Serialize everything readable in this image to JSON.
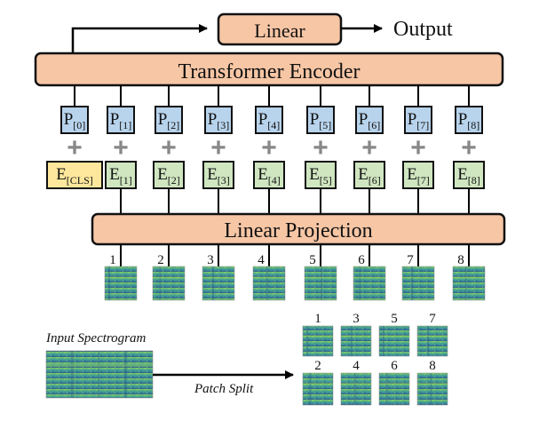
{
  "linear": {
    "label": "Linear"
  },
  "output": {
    "label": "Output"
  },
  "encoder": {
    "label": "Transformer Encoder"
  },
  "projection": {
    "label": "Linear Projection"
  },
  "plus": "+",
  "positions": [
    {
      "base": "P",
      "sub": "[0]"
    },
    {
      "base": "P",
      "sub": "[1]"
    },
    {
      "base": "P",
      "sub": "[2]"
    },
    {
      "base": "P",
      "sub": "[3]"
    },
    {
      "base": "P",
      "sub": "[4]"
    },
    {
      "base": "P",
      "sub": "[5]"
    },
    {
      "base": "P",
      "sub": "[6]"
    },
    {
      "base": "P",
      "sub": "[7]"
    },
    {
      "base": "P",
      "sub": "[8]"
    }
  ],
  "embeddings": [
    {
      "base": "E",
      "sub": "[CLS]"
    },
    {
      "base": "E",
      "sub": "[1]"
    },
    {
      "base": "E",
      "sub": "[2]"
    },
    {
      "base": "E",
      "sub": "[3]"
    },
    {
      "base": "E",
      "sub": "[4]"
    },
    {
      "base": "E",
      "sub": "[5]"
    },
    {
      "base": "E",
      "sub": "[6]"
    },
    {
      "base": "E",
      "sub": "[7]"
    },
    {
      "base": "E",
      "sub": "[8]"
    }
  ],
  "patch_numbers": [
    "1",
    "2",
    "3",
    "4",
    "5",
    "6",
    "7",
    "8"
  ],
  "input_spectrogram_label": "Input Spectrogram",
  "patch_split_label": "Patch Split",
  "grid_top_numbers": [
    "1",
    "3",
    "5",
    "7"
  ],
  "grid_bottom_numbers": [
    "2",
    "4",
    "6",
    "8"
  ],
  "colors": {
    "salmon": "#f7c6a5",
    "blue": "#b8d3ec",
    "green": "#cfe6c0",
    "yellow": "#fde79c",
    "plus": "#888888",
    "spec_dark": "#2b5c86",
    "spec_mid": "#3c9a8a",
    "spec_light": "#a6d64a"
  }
}
